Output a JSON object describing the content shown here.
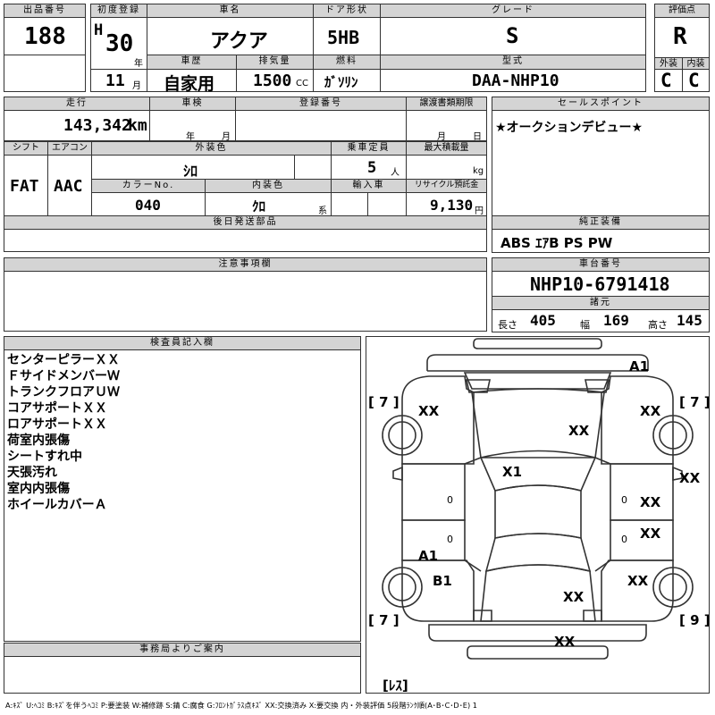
{
  "headers": {
    "lot": "出品番号",
    "first_reg": "初度登録",
    "car_name": "車名",
    "door": "ドア形状",
    "grade": "グレード",
    "score": "評価点",
    "history": "車歴",
    "displacement": "排気量",
    "fuel": "燃料",
    "model_code": "型式",
    "exterior": "外装",
    "interior": "内装",
    "mileage": "走行",
    "inspection": "車検",
    "reg_no": "登録番号",
    "transfer_date": "譲渡書類期限",
    "sales_point": "セールスポイント",
    "shift": "シフト",
    "ac": "エアコン",
    "ext_color": "外装色",
    "capacity": "乗車定員",
    "max_load": "最大積載量",
    "color_no": "カラーNo.",
    "int_color": "内装色",
    "import": "輸入車",
    "recycle": "リサイクル預託金",
    "later_parts": "後日発送部品",
    "genuine_equip": "純正装備",
    "notes": "注意事項欄",
    "chassis": "車台番号",
    "specs": "諸元",
    "inspector": "検査員記入欄",
    "office": "事務局よりご案内"
  },
  "lot_number": "188",
  "era_letter": "H",
  "year": "30",
  "year_unit": "年",
  "month": "11",
  "month_unit": "月",
  "car_name": "アクア",
  "door": "5HB",
  "grade": "S",
  "score": "R",
  "history": "自家用",
  "displacement": "1500",
  "displacement_unit": "CC",
  "fuel": "ｶﾞｿﾘﾝ",
  "model_code": "DAA-NHP10",
  "exterior_grade": "C",
  "interior_grade": "C",
  "mileage": "143,342",
  "mileage_unit": "km",
  "inspection_year_unit": "年",
  "inspection_month_unit": "月",
  "transfer_month_unit": "月",
  "transfer_day_unit": "日",
  "sales_point": "★オークションデビュー★",
  "shift": "FAT",
  "ac": "AAC",
  "ext_color": "ｼﾛ",
  "capacity": "5",
  "capacity_unit": "人",
  "max_load_unit": "kg",
  "color_no": "040",
  "int_color": "ｸﾛ",
  "int_color_unit": "系",
  "recycle": "9,130",
  "recycle_unit": "円",
  "genuine_equipment": "ABS ｴｱB PS PW",
  "chassis_number": "NHP10-6791418",
  "dims": {
    "length_label": "長さ",
    "length": "405",
    "width_label": "幅",
    "width": "169",
    "height_label": "高さ",
    "height": "145"
  },
  "inspector_notes": [
    "センターピラーＸＸ",
    "ＦサイドメンバーＷ",
    "トランクフロアＵＷ",
    "コアサポートＸＸ",
    "ロアサポートＸＸ",
    "荷室内張傷",
    "シートすれ中",
    "天張汚れ",
    "室内内張傷",
    "ホイールカバーＡ"
  ],
  "diagram_marks": {
    "fl_tire": "[ 7 ]",
    "fr_tire": "[ 7 ]",
    "rl_tire": "[ 7 ]",
    "rr_tire": "[ 9 ]",
    "spare": "[ﾚｽ]",
    "a1_front": "A1",
    "xx_fl": "XX",
    "xx_fr": "XX",
    "xx_hood": "XX",
    "x1_roof": "X1",
    "xx_right_edge": "XX",
    "xx_rdoor": "XX",
    "xx_rrdoor": "XX",
    "a1_rear": "A1",
    "b1_rear": "B1",
    "xx_rr": "XX",
    "xx_trunk": "XX",
    "xx_rear_bumper": "XX",
    "zero_l1": "0",
    "zero_l2": "0",
    "zero_r1": "0",
    "zero_r2": "0"
  },
  "legend": "A:ｷｽﾞ U:ﾍｺﾐ B:ｷｽﾞを伴うﾍｺﾐ P:要塗装 W:補修跡 S:錆 C:腐食 G:ﾌﾛﾝﾄｶﾞﾗｽ点ｷｽﾞ XX:交換済み X:要交換 内・外装評価 5段階ﾗﾝｸ順(A･B･C･D･E) 1"
}
